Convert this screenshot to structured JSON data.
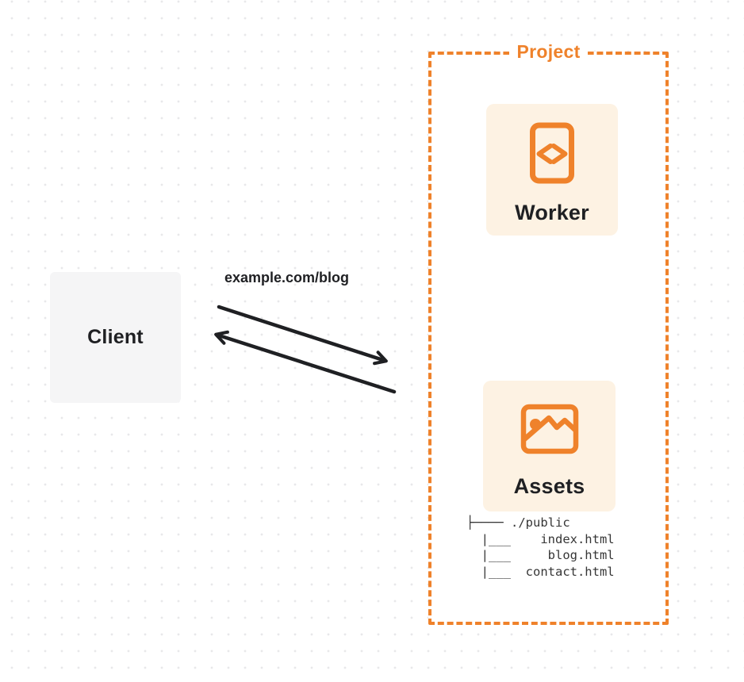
{
  "theme": {
    "accent_orange": "#EF822B",
    "panel_cream": "#FDF2E3",
    "client_gray": "#F5F5F6",
    "ink": "#1F2023",
    "tree_ink": "#363636",
    "dot_grid": "#E8E8EA"
  },
  "client": {
    "label": "Client"
  },
  "request": {
    "url_label": "example.com/blog"
  },
  "project": {
    "label": "Project",
    "worker": {
      "label": "Worker",
      "icon": "code-file-icon"
    },
    "assets": {
      "label": "Assets",
      "icon": "image-icon",
      "tree": [
        "├──── ./public",
        "  |___    index.html",
        "  |___     blog.html",
        "  |___  contact.html"
      ]
    }
  }
}
